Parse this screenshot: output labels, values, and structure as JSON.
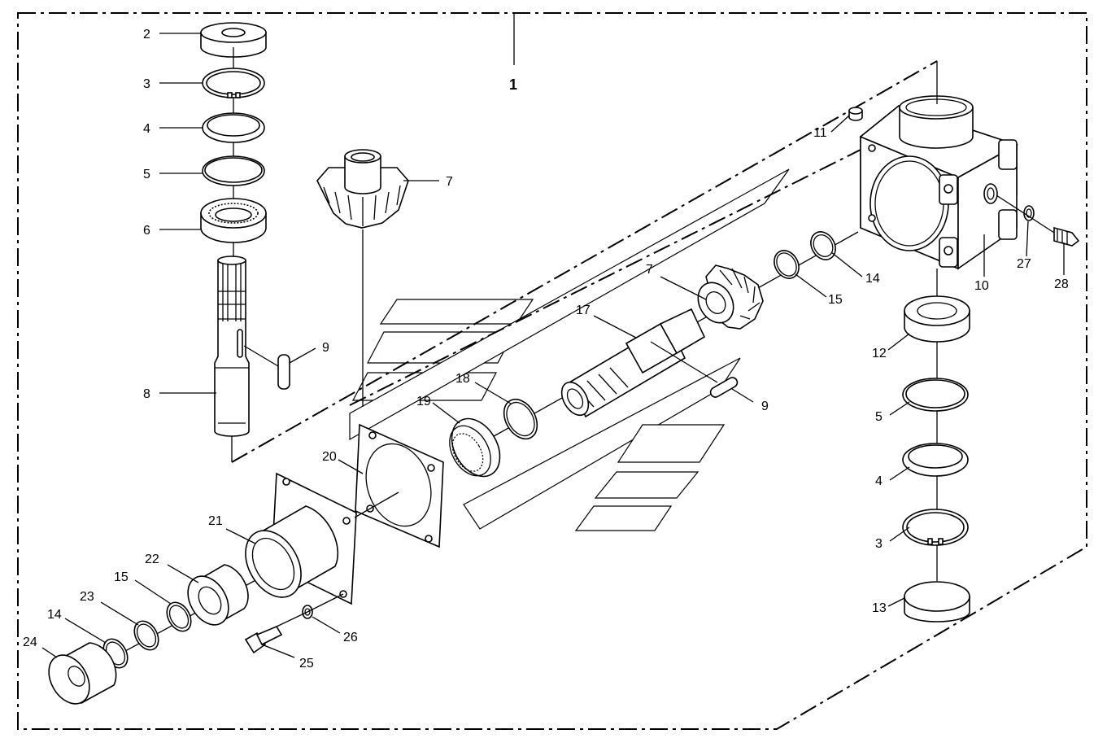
{
  "diagram": {
    "group_label": "1",
    "callouts": {
      "c2": "2",
      "c3a": "3",
      "c4a": "4",
      "c5a": "5",
      "c6": "6",
      "c7a": "7",
      "c8": "8",
      "c9a": "9",
      "c11": "11",
      "c7b": "7",
      "c14a": "14",
      "c15a": "15",
      "c10": "10",
      "c27": "27",
      "c28": "28",
      "c12": "12",
      "c17": "17",
      "c18": "18",
      "c9b": "9",
      "c19": "19",
      "c5b": "5",
      "c20": "20",
      "c4b": "4",
      "c3b": "3",
      "c21": "21",
      "c22": "22",
      "c15b": "15",
      "c23": "23",
      "c14b": "14",
      "c26": "26",
      "c24": "24",
      "c25": "25",
      "c13": "13"
    }
  }
}
